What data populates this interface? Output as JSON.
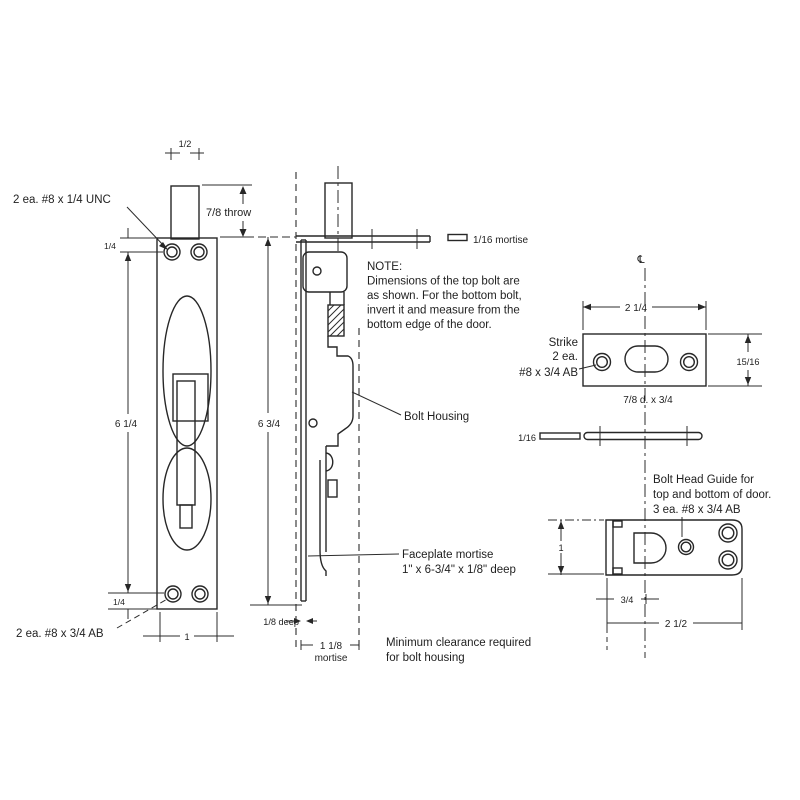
{
  "meta": {
    "background": "#ffffff",
    "ink": "#1f1f1f",
    "drawing_title": "flush-bolt-installation-diagram"
  },
  "front_view": {
    "rod_width_dim": "1/2",
    "throw_dim": "7/8 throw",
    "top_screws_label": "2 ea. #8 x 1/4 UNC",
    "top_offset_dim": "1/4",
    "screw_span_dim": "6 1/4",
    "bottom_offset_dim": "1/4",
    "bottom_screws_label": "2 ea. #8 x 3/4 AB",
    "plate_width_dim": "1"
  },
  "side_view": {
    "mortise_top_label": "1/16 mortise",
    "height_dim": "6 3/4",
    "bolt_housing_label": "Bolt Housing",
    "faceplate_mortise_line1": "Faceplate mortise",
    "faceplate_mortise_line2": "1\" x 6-3/4\" x 1/8\" deep",
    "plate_depth_dim": "1/8 deep",
    "mortise_width_dim": "1 1/8",
    "mortise_width_word": "mortise",
    "clearance_line1": "Minimum clearance required",
    "clearance_line2": "for bolt housing"
  },
  "note": {
    "title": "NOTE:",
    "lines": [
      "Dimensions of the top bolt are",
      "as shown. For the bottom bolt,",
      "invert it and measure from the",
      "bottom edge of the door."
    ]
  },
  "strike_view": {
    "centerline_symbol": "℄",
    "label_line1": "Strike",
    "label_line2": "2 ea.",
    "label_line3": "#8 x 3/4 AB",
    "width_dim": "2 1/4",
    "height_dim": "15/16",
    "slot_dim": "7/8 d. x 3/4",
    "thickness_dim": "1/16"
  },
  "guide_view": {
    "label_line1": "Bolt Head Guide for",
    "label_line2": "top and bottom of door.",
    "label_line3": "3 ea. #8 x 3/4 AB",
    "height_dim": "1",
    "offset_dim": "3/4",
    "width_dim": "2 1/2"
  }
}
